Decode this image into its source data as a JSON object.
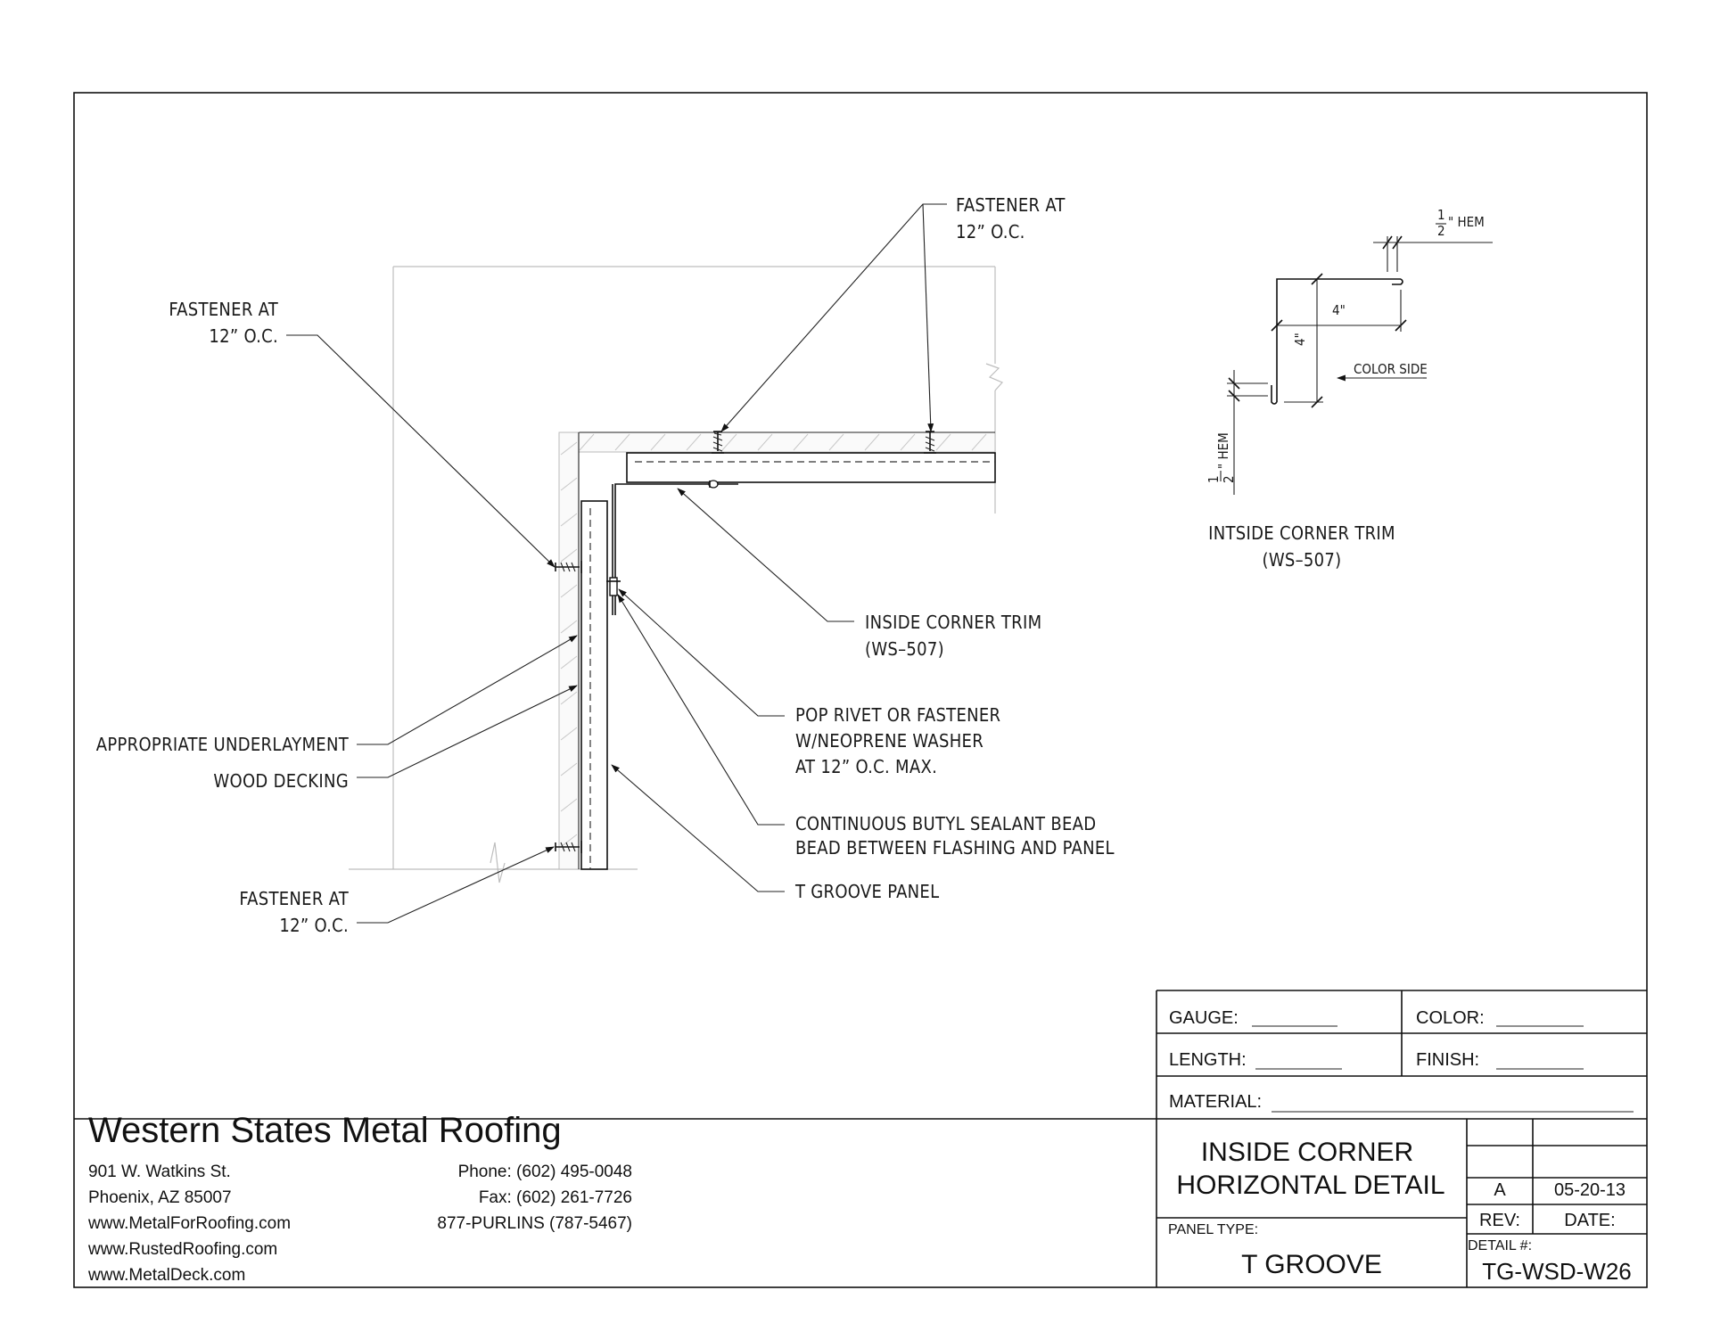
{
  "drawing": {
    "callouts": {
      "fastener_top_1": "FASTENER AT",
      "fastener_top_2": "12” O.C.",
      "fastener_left_1": "FASTENER AT",
      "fastener_left_2": "12” O.C.",
      "fastener_bottom_1": "FASTENER AT",
      "fastener_bottom_2": "12” O.C.",
      "trim_1": "INSIDE CORNER TRIM",
      "trim_2": "(WS–507)",
      "rivet_1": "POP RIVET OR FASTENER",
      "rivet_2": "W/NEOPRENE WASHER",
      "rivet_3": "AT 12” O.C. MAX.",
      "underlayment": "APPROPRIATE UNDERLAYMENT",
      "decking": "WOOD DECKING",
      "sealant_1": "CONTINUOUS BUTYL SEALANT BEAD",
      "sealant_2": "BEAD BETWEEN FLASHING AND PANEL",
      "panel": "T GROOVE PANEL"
    },
    "profile": {
      "hem_top_num": "1",
      "hem_top_den": "2",
      "hem_top_label": "\" HEM",
      "dim_horizontal": "4\"",
      "dim_vertical": "4\"",
      "color_side": "COLOR SIDE",
      "hem_left_num": "1",
      "hem_left_den": "2",
      "hem_left_label": "\" HEM",
      "title_1": "INTSIDE CORNER TRIM",
      "title_2": "(WS–507)"
    }
  },
  "title_block": {
    "gauge_label": "GAUGE:",
    "color_label": "COLOR:",
    "length_label": "LENGTH:",
    "finish_label": "FINISH:",
    "material_label": "MATERIAL:",
    "title_1": "INSIDE CORNER",
    "title_2": "HORIZONTAL DETAIL",
    "rev_value": "A",
    "date_value": "05-20-13",
    "rev_label": "REV:",
    "date_label": "DATE:",
    "panel_type_label": "PANEL TYPE:",
    "panel_type_value": "T GROOVE",
    "detail_label": "DETAIL #:",
    "detail_value": "TG-WSD-W26"
  },
  "company": {
    "name": "Western States Metal Roofing",
    "address_1": "901 W. Watkins St.",
    "address_2": "Phoenix, AZ 85007",
    "web_1": "www.MetalForRoofing.com",
    "web_2": "www.RustedRoofing.com",
    "web_3": "www.MetalDeck.com",
    "phone": "Phone: (602) 495-0048",
    "fax": "Fax: (602) 261-7726",
    "tollfree": "877-PURLINS (787-5467)"
  }
}
